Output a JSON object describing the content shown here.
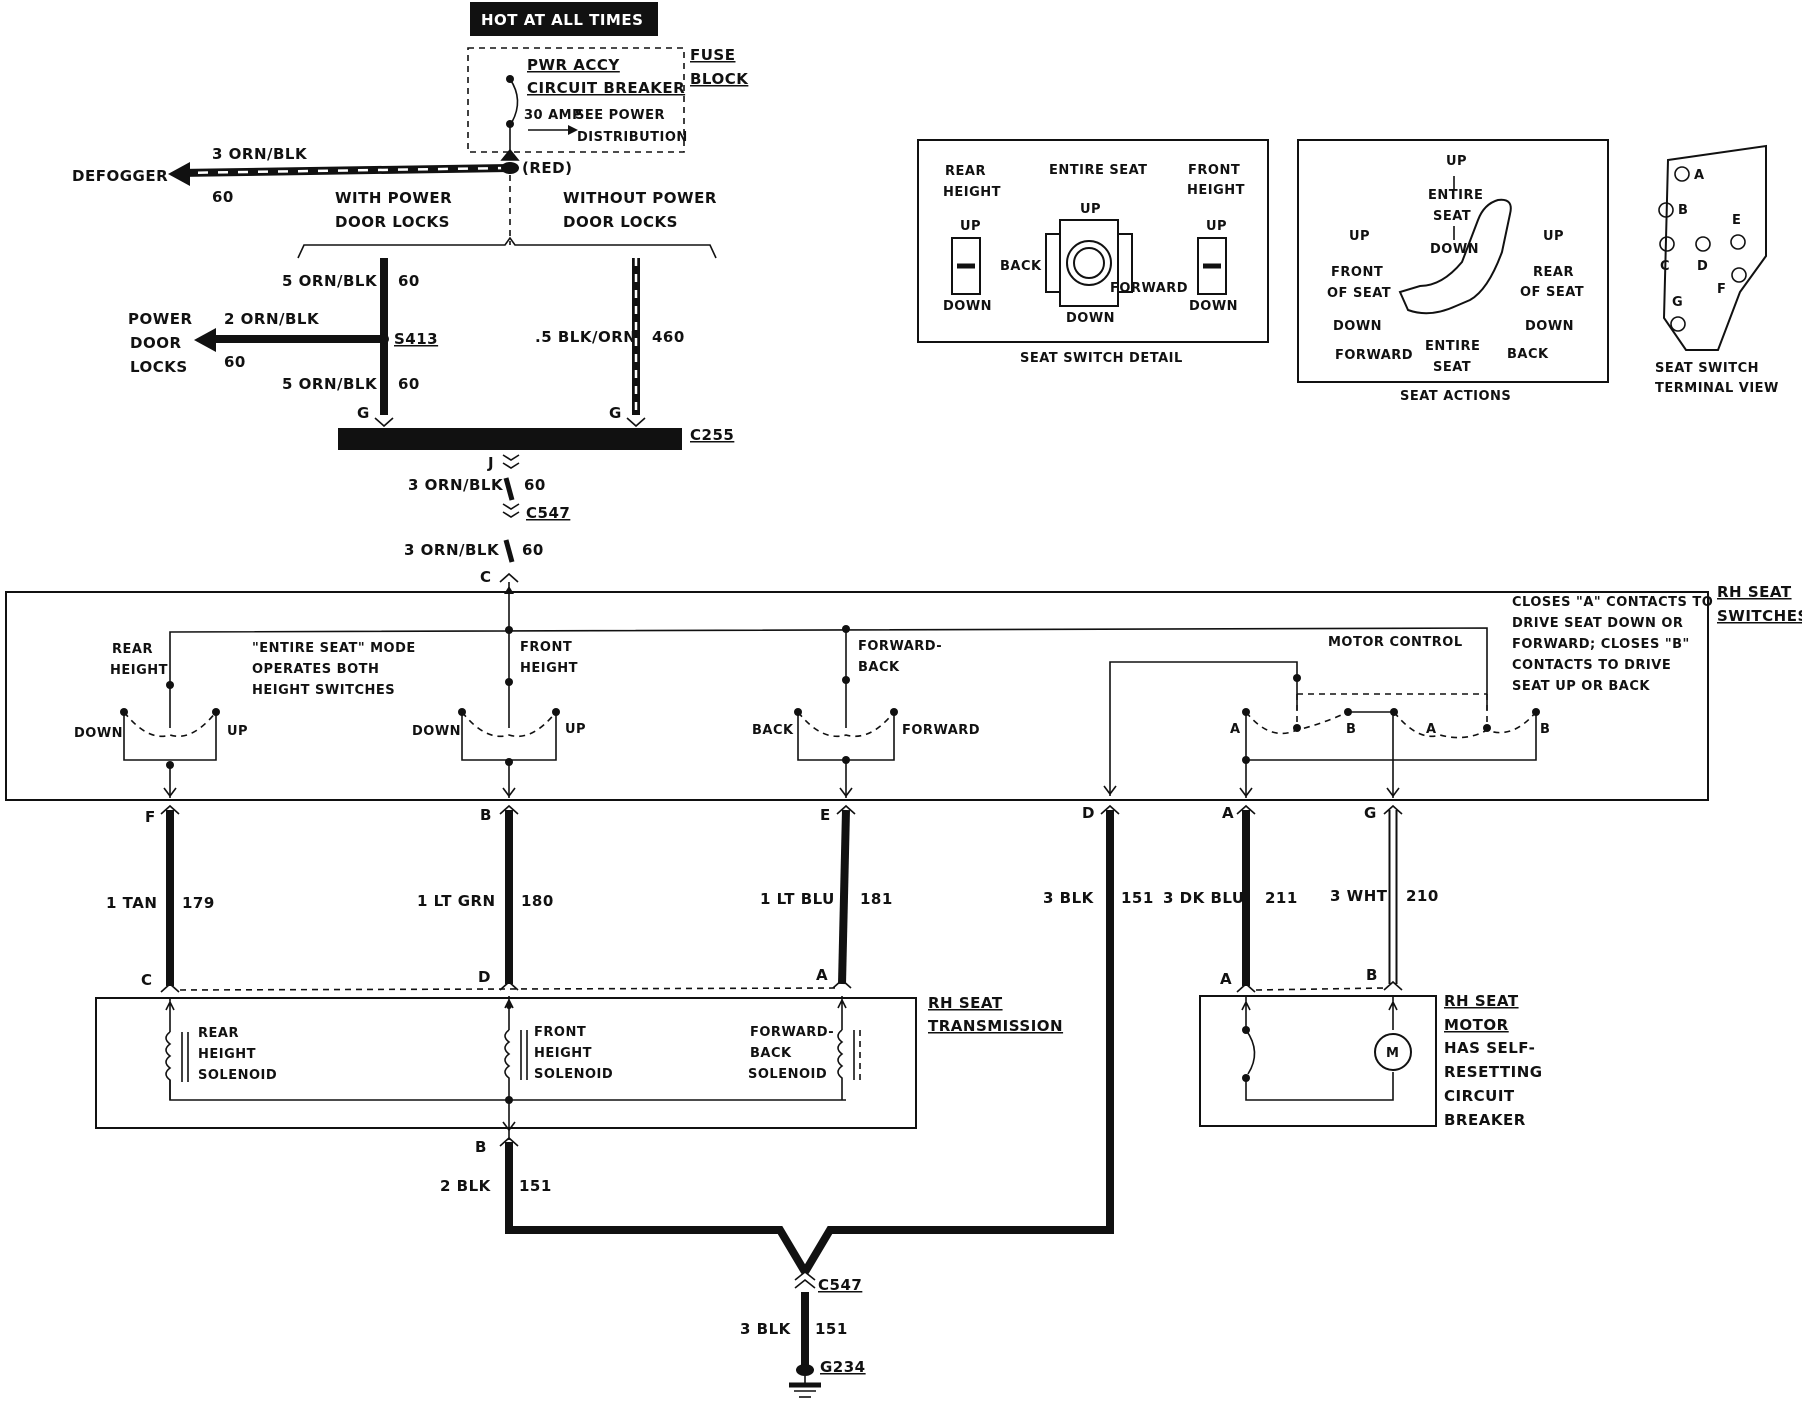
{
  "top": {
    "hot_label": "HOT AT ALL TIMES",
    "pwr_accy_1": "PWR ACCY",
    "pwr_accy_2": "CIRCUIT BREAKER",
    "amp": "30 AMP",
    "see_power_1": "SEE POWER",
    "see_power_2": "DISTRIBUTION",
    "fuse_1": "FUSE",
    "fuse_2": "BLOCK",
    "red": "(RED)",
    "defogger": "DEFOGGER",
    "defogger_wire": "3 ORN/BLK",
    "defogger_circ": "60",
    "with_pdl_1": "WITH POWER",
    "with_pdl_2": "DOOR LOCKS",
    "without_pdl_1": "WITHOUT POWER",
    "without_pdl_2": "DOOR LOCKS"
  },
  "left_branch": {
    "wire_top": "5 ORN/BLK",
    "circ_top": "60",
    "wire_pdl": "2 ORN/BLK",
    "circ_pdl": "60",
    "splice": "S413",
    "pdl_1": "POWER",
    "pdl_2": "DOOR",
    "pdl_3": "LOCKS",
    "wire_bot": "5 ORN/BLK",
    "circ_bot": "60",
    "pin": "G"
  },
  "right_branch": {
    "wire": ".5 BLK/ORN",
    "circ": "460",
    "pin": "G"
  },
  "connectors": {
    "c255": "C255",
    "pin_j": "J",
    "wire1": "3 ORN/BLK",
    "circ1": "60",
    "c547": "C547",
    "wire2": "3 ORN/BLK",
    "circ2": "60",
    "pin_c": "C"
  },
  "switch_detail": {
    "rear_1": "REAR",
    "rear_2": "HEIGHT",
    "entire": "ENTIRE SEAT",
    "front_1": "FRONT",
    "front_2": "HEIGHT",
    "up_l": "UP",
    "down_l": "DOWN",
    "up_c": "UP",
    "back": "BACK",
    "forward": "FORWARD",
    "down_c": "DOWN",
    "up_r": "UP",
    "down_r": "DOWN",
    "caption": "SEAT SWITCH DETAIL"
  },
  "seat_actions": {
    "up_top": "UP",
    "entire_1": "ENTIRE",
    "entire_2": "SEAT",
    "down_top": "DOWN",
    "up_l": "UP",
    "front_1": "FRONT",
    "front_2": "OF SEAT",
    "down_l": "DOWN",
    "up_r": "UP",
    "rear_1": "REAR",
    "rear_2": "OF SEAT",
    "down_r": "DOWN",
    "forward": "FORWARD",
    "entire_b1": "ENTIRE",
    "entire_b2": "SEAT",
    "back": "BACK",
    "caption": "SEAT ACTIONS"
  },
  "terminal_view": {
    "a": "A",
    "b": "B",
    "c": "C",
    "d": "D",
    "e": "E",
    "f": "F",
    "g": "G",
    "caption_1": "SEAT SWITCH",
    "caption_2": "TERMINAL VIEW"
  },
  "rh_switches": {
    "title_1": "RH SEAT",
    "title_2": "SWITCHES",
    "rear_1": "REAR",
    "rear_2": "HEIGHT",
    "note_1": "\"ENTIRE SEAT\" MODE",
    "note_2": "OPERATES BOTH",
    "note_3": "HEIGHT SWITCHES",
    "front_1": "FRONT",
    "front_2": "HEIGHT",
    "fwd_1": "FORWARD-",
    "fwd_2": "BACK",
    "motor_ctrl": "MOTOR CONTROL",
    "closes_1": "CLOSES \"A\" CONTACTS TO",
    "closes_2": "DRIVE SEAT DOWN OR",
    "closes_3": "FORWARD; CLOSES \"B\"",
    "closes_4": "CONTACTS TO DRIVE",
    "closes_5": "SEAT UP OR BACK",
    "down_1": "DOWN",
    "up_1": "UP",
    "down_2": "DOWN",
    "up_2": "UP",
    "back_3": "BACK",
    "fwd_3": "FORWARD",
    "mc_a1": "A",
    "mc_b1": "B",
    "mc_a2": "A",
    "mc_b2": "B"
  },
  "wires": {
    "pin_f": "F",
    "w1": "1 TAN",
    "c1": "179",
    "pin_c1": "C",
    "pin_b": "B",
    "w2": "1 LT GRN",
    "c2": "180",
    "pin_d": "D",
    "pin_e": "E",
    "w3": "1 LT BLU",
    "c3": "181",
    "pin_a": "A",
    "pin_d2": "D",
    "w4": "3 BLK",
    "c4": "151",
    "pin_a2": "A",
    "w5": "3 DK BLU",
    "c5": "211",
    "pin_a3": "A",
    "pin_g": "G",
    "w6": "3 WHT",
    "c6": "210",
    "pin_b2": "B"
  },
  "transmission": {
    "title_1": "RH SEAT",
    "title_2": "TRANSMISSION",
    "s1_1": "REAR",
    "s1_2": "HEIGHT",
    "s1_3": "SOLENOID",
    "s2_1": "FRONT",
    "s2_2": "HEIGHT",
    "s2_3": "SOLENOID",
    "s3_1": "FORWARD-",
    "s3_2": "BACK",
    "s3_3": "SOLENOID"
  },
  "motor": {
    "title_1": "RH SEAT",
    "title_2": "MOTOR",
    "note_1": "HAS SELF-",
    "note_2": "RESETTING",
    "note_3": "CIRCUIT",
    "note_4": "BREAKER",
    "m": "M"
  },
  "ground": {
    "pin_b": "B",
    "wire1": "2 BLK",
    "circ1": "151",
    "c547": "C547",
    "wire2": "3 BLK",
    "circ2": "151",
    "g234": "G234"
  }
}
